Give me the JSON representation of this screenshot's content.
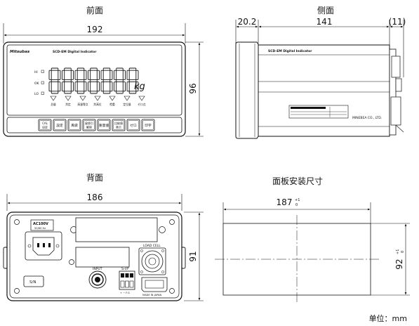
{
  "views": {
    "front": {
      "title": "前面",
      "width_dim": "192",
      "height_dim": "96",
      "brand": "Mitsubas",
      "model": "SCD-EM Digital Indicator",
      "status_labels": [
        "HI",
        "OK",
        "LO"
      ],
      "digits": "8888888",
      "unit": "kg",
      "indicator_labels": [
        "总量",
        "判定",
        "高量零点",
        "判高位",
        "检重",
        "定位量",
        "ゼロ点"
      ],
      "buttons": [
        {
          "line1": "CAL",
          "line2": "设定"
        },
        {
          "line1": "設定",
          "line2": ""
        },
        {
          "line1": "風袋",
          "line2": ""
        },
        {
          "line1": "風袋引",
          "line2": "解除"
        },
        {
          "line1": "重量値",
          "line2": ""
        },
        {
          "line1": "比較値",
          "line2": "表示"
        },
        {
          "line1": "ゼロ",
          "line2": ""
        },
        {
          "line1": "印字",
          "line2": ""
        }
      ]
    },
    "side": {
      "title": "侧面",
      "dim_front": "20.2",
      "dim_depth": "141",
      "dim_terminal": "(11)",
      "label_text": "MINEBEA CO., LTD."
    },
    "back": {
      "title": "背面",
      "width_dim": "186",
      "height_dim": "91",
      "power_label": "AC100V",
      "power_sub": "50/60 Hz",
      "load_cell_label": "LOAD CELL",
      "input_label": "INPUT",
      "si_label": "S-I/F",
      "si_sub": "+ − F.G",
      "sn_label": "S/N",
      "made_in": "MADE IN JAPAN"
    },
    "cutout": {
      "title": "面板安装尺寸",
      "width_dim": "187",
      "width_tol_plus": "+1",
      "width_tol_minus": "0",
      "height_dim": "92",
      "height_tol_plus": "+1",
      "height_tol_minus": "0"
    }
  },
  "unit_note": "单位：mm"
}
